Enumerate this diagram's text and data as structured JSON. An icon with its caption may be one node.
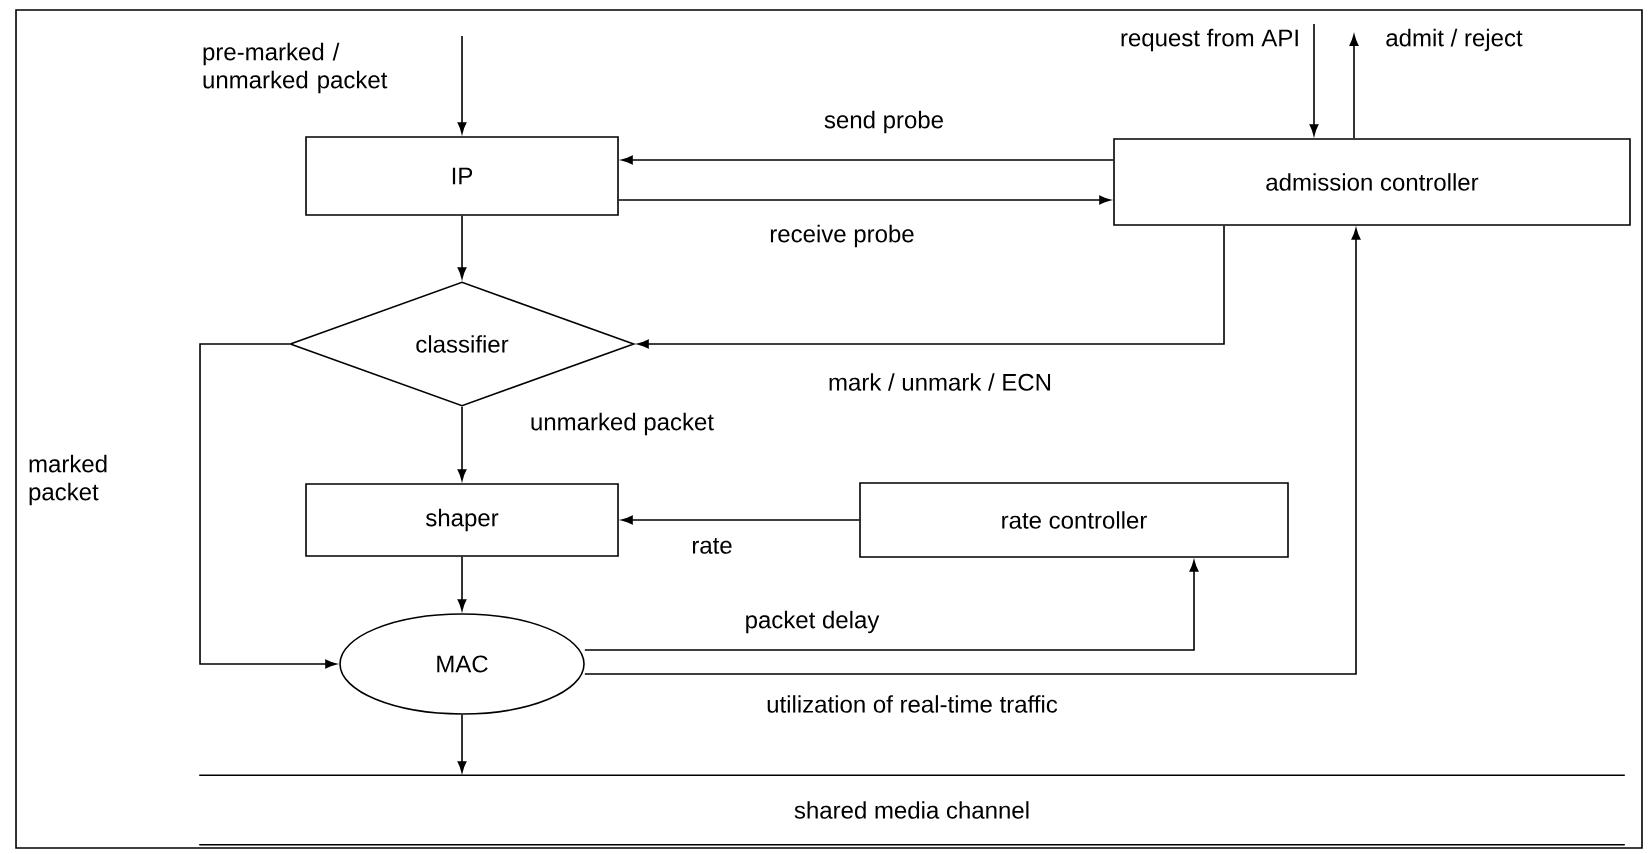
{
  "diagram": {
    "nodes": [
      {
        "text": [
          "IP"
        ]
      },
      {
        "text": [
          "admission controller"
        ]
      },
      {
        "text": [
          "classifier"
        ]
      },
      {
        "text": [
          "shaper"
        ]
      },
      {
        "text": [
          "rate controller"
        ]
      },
      {
        "text": [
          "MAC"
        ]
      },
      {
        "text": [
          "shared media channel"
        ]
      }
    ],
    "edges": [
      {
        "from": null,
        "to": 0,
        "arrow": "to",
        "label": "pre-marked / unmarked packet"
      },
      {
        "from": 1,
        "to": 0,
        "arrow": "to",
        "label": "send probe"
      },
      {
        "from": 0,
        "to": 1,
        "arrow": "to",
        "label": "receive probe"
      },
      {
        "from": null,
        "to": 1,
        "arrow": "to",
        "label": "request from API"
      },
      {
        "from": 1,
        "to": null,
        "arrow": "to",
        "label": "admit / reject"
      },
      {
        "from": 0,
        "to": 2,
        "arrow": "to"
      },
      {
        "from": 1,
        "to": 2,
        "arrow": "to",
        "label": "mark / unmark / ECN"
      },
      {
        "from": 2,
        "to": 3,
        "arrow": "to",
        "label": "unmarked packet"
      },
      {
        "from": 2,
        "to": 5,
        "arrow": "to",
        "label": "marked packet"
      },
      {
        "from": 4,
        "to": 3,
        "arrow": "to",
        "label": "rate"
      },
      {
        "from": 3,
        "to": 5,
        "arrow": "to"
      },
      {
        "from": 5,
        "to": 4,
        "arrow": "to",
        "label": "packet delay"
      },
      {
        "from": 5,
        "to": 1,
        "arrow": "to",
        "label": "utilization of real-time traffic"
      },
      {
        "from": 5,
        "to": 6,
        "arrow": "to"
      }
    ]
  }
}
